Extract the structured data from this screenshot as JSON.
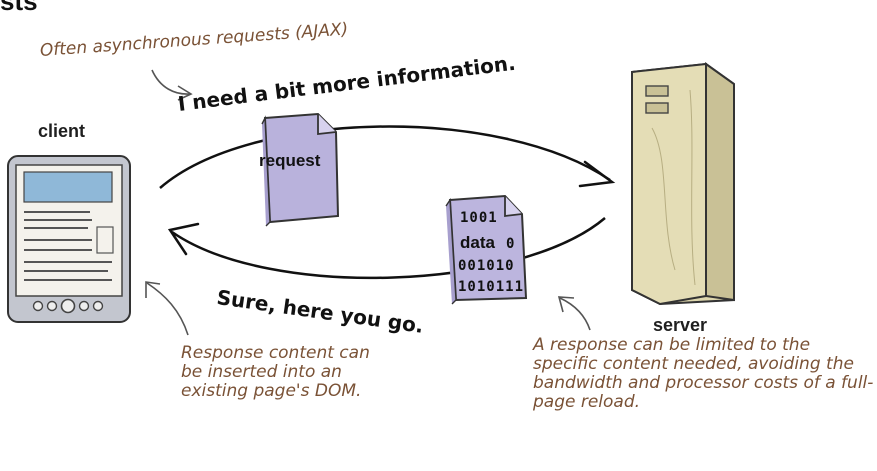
{
  "title": "sts",
  "notes": {
    "async": "Often asynchronous requests (AJAX)",
    "dom": "Response content can be inserted into an existing page's DOM.",
    "limited": "A response can be limited to the specific content needed, avoiding the bandwidth and processor costs of a full-page reload."
  },
  "speech": {
    "request": "I need a bit more information.",
    "response": "Sure, here you go."
  },
  "labels": {
    "client": "client",
    "server": "server"
  },
  "documents": {
    "request": "request",
    "data": "data",
    "binary_lines": [
      "1001",
      "0",
      "001010",
      "1010111"
    ]
  },
  "colors": {
    "device_body": "#c3c6cf",
    "device_screen": "#8fb8d8",
    "server_body": "#d9d2a8",
    "document_purple": "#c9c4e4",
    "handwriting": "#7a5236"
  }
}
